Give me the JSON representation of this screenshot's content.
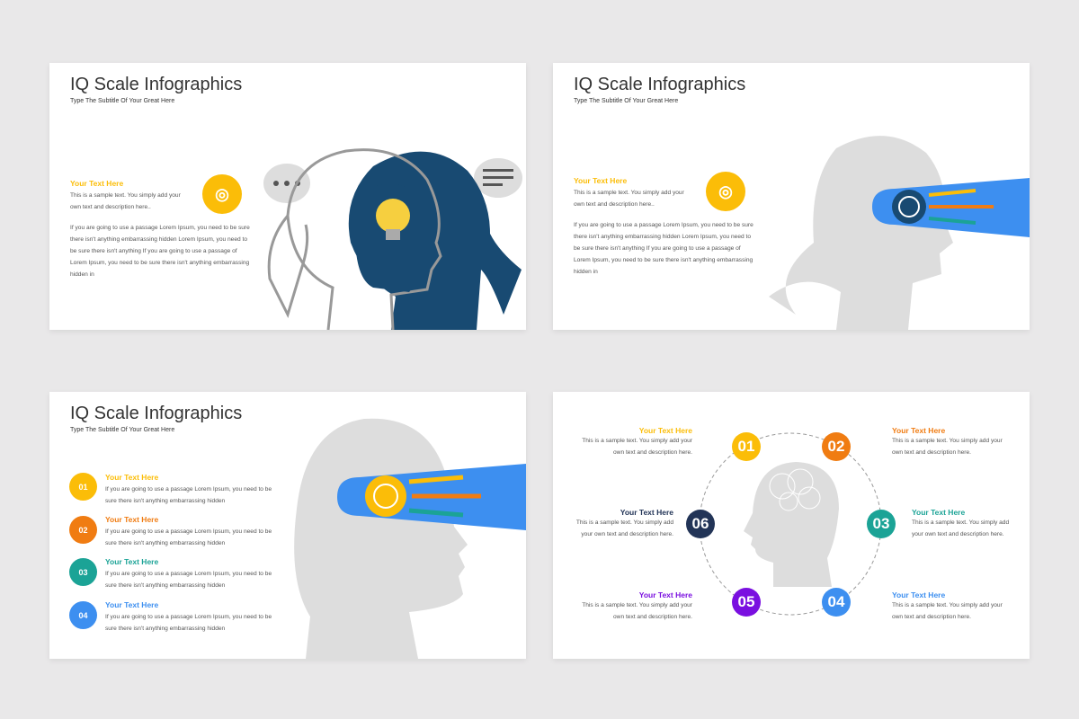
{
  "slides": [
    {
      "title": "IQ Scale Infographics",
      "subtitle": "Type The Subtitle Of Your Great Here",
      "heading": "Your Text Here",
      "short": "This is a sample text. You simply add your own text and description here..",
      "long": "If you are going to use a passage Lorem Ipsum, you need to be sure there isn't anything embarrassing hidden Lorem Ipsum, you need to be sure there isn't anything If you are going to use a passage of Lorem Ipsum, you need to be sure there isn't anything embarrassing hidden in"
    },
    {
      "title": "IQ Scale Infographics",
      "subtitle": "Type The Subtitle Of Your Great Here",
      "heading": "Your Text Here",
      "short": "This is a sample text. You simply add your own text and description here..",
      "long": "If you are going to use a passage Lorem Ipsum, you need to be sure there isn't anything embarrassing hidden Lorem Ipsum, you need to be sure there isn't anything If you are going to use a passage of Lorem Ipsum, you need to be sure there isn't anything embarrassing hidden in"
    },
    {
      "title": "IQ Scale Infographics",
      "subtitle": "Type The Subtitle Of Your Great Here",
      "items": [
        {
          "num": "01",
          "heading": "Your Text Here",
          "text": "If you are going to use a passage Lorem Ipsum, you need to be sure there isn't anything embarrassing hidden",
          "color": "#fbbd08"
        },
        {
          "num": "02",
          "heading": "Your Text Here",
          "text": "If you are going to use a passage Lorem Ipsum, you need to be sure there isn't anything embarrassing hidden",
          "color": "#f07c12"
        },
        {
          "num": "03",
          "heading": "Your Text Here",
          "text": "If you are going to use a passage Lorem Ipsum, you need to be sure there isn't anything embarrassing hidden",
          "color": "#1ba396"
        },
        {
          "num": "04",
          "heading": "Your Text Here",
          "text": "If you are going to use a passage Lorem Ipsum, you need to be sure there isn't anything embarrassing hidden",
          "color": "#3d8ff0"
        }
      ]
    },
    {
      "items": [
        {
          "num": "01",
          "heading": "Your Text Here",
          "text": "This is a sample text. You simply add your own text and description here.",
          "color": "#fbbd08"
        },
        {
          "num": "02",
          "heading": "Your Text Here",
          "text": "This is a sample text. You simply add your own text and description here.",
          "color": "#f07c12"
        },
        {
          "num": "03",
          "heading": "Your Text Here",
          "text": "This is a sample text. You simply add your own text and description here.",
          "color": "#1ba396"
        },
        {
          "num": "04",
          "heading": "Your Text Here",
          "text": "This is a sample text. You simply add your own text and description here.",
          "color": "#3d8ff0"
        },
        {
          "num": "05",
          "heading": "Your Text Here",
          "text": "This is a sample text. You simply add your own text and description here.",
          "color": "#7a0fe0"
        },
        {
          "num": "06",
          "heading": "Your Text Here",
          "text": "This is a sample text. You simply add your own text and description here.",
          "color": "#223457"
        }
      ]
    }
  ]
}
